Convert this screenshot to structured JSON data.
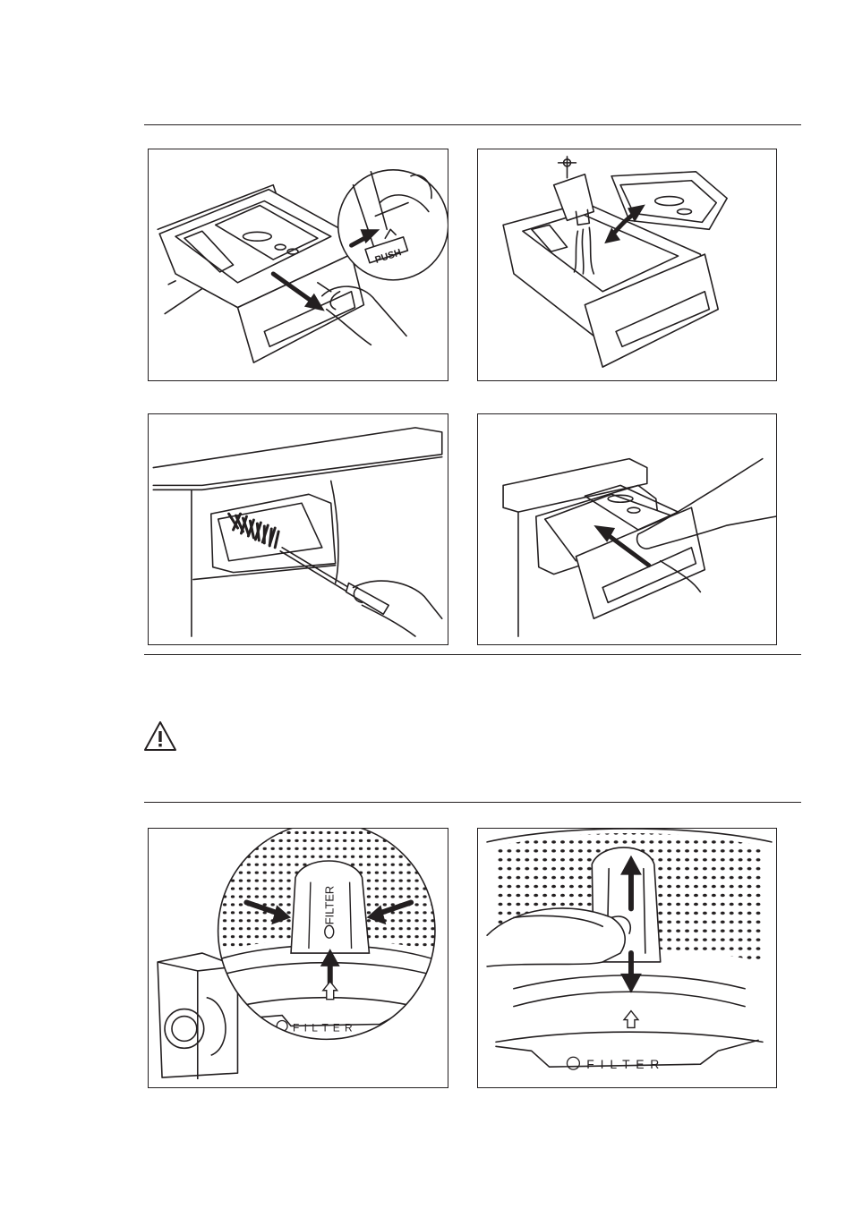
{
  "figures": {
    "push_label": "PUSH",
    "filter_label": "FILTER",
    "filter_spaced": "F I L T E R"
  },
  "warning": {
    "icon": "warning-triangle-icon"
  },
  "colors": {
    "ink": "#231f20",
    "background": "#ffffff"
  }
}
